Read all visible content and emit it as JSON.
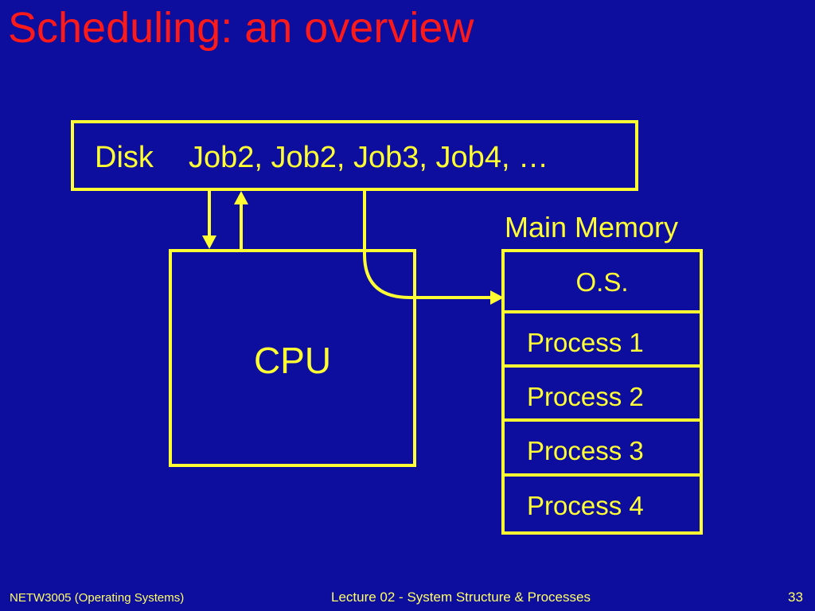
{
  "slide": {
    "title": "Scheduling: an overview"
  },
  "diagram": {
    "disk": {
      "label": "Disk",
      "jobs": "Job2, Job2, Job3, Job4, …"
    },
    "cpu": {
      "label": "CPU"
    },
    "main_memory": {
      "heading": "Main Memory",
      "os": "O.S.",
      "processes": [
        "Process 1",
        "Process 2",
        "Process 3",
        "Process 4"
      ]
    },
    "colors": {
      "background": "#0d0d9e",
      "title": "#ff1a1a",
      "foreground": "#ffff33"
    }
  },
  "footer": {
    "course": "NETW3005 (Operating Systems)",
    "lecture": "Lecture 02 - System Structure & Processes",
    "page_number": "33"
  }
}
